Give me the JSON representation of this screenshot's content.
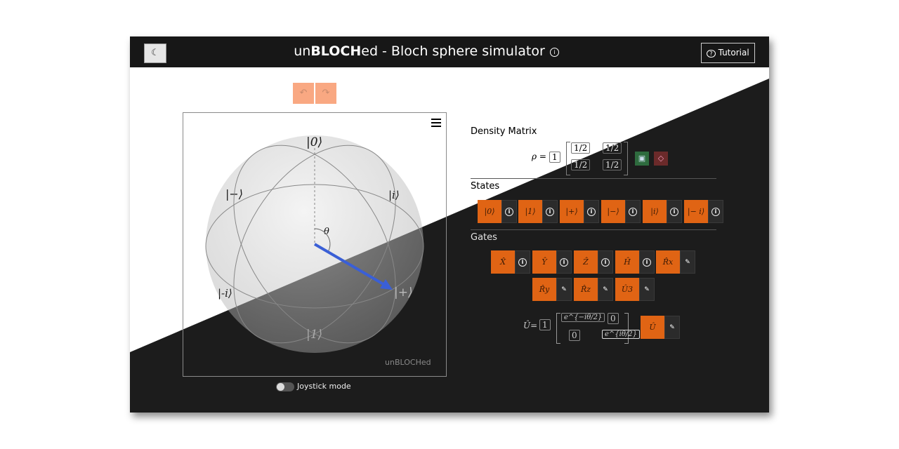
{
  "header": {
    "title_pre": "un",
    "title_bold": "BLOCH",
    "title_post": "ed - Bloch sphere simulator",
    "info": "i",
    "theme_icon": "moon-icon",
    "tutorial_label": "Tutorial",
    "tutorial_icon": "?"
  },
  "history": {
    "undo": "↶",
    "redo": "↷"
  },
  "sphere": {
    "labels": {
      "zero": "|0⟩",
      "one": "|1⟩",
      "plus": "|+⟩",
      "minus": "|−⟩",
      "i": "|i⟩",
      "minus_i": "|-i⟩",
      "theta": "θ"
    },
    "watermark": "unBLOCHed",
    "arrow_color": "#3a5fd6"
  },
  "joystick": {
    "label": "Joystick mode",
    "enabled": false
  },
  "density": {
    "title": "Density Matrix",
    "lhs": "ρ =",
    "scalar": "1",
    "cells": [
      "1/2",
      "1/2",
      "1/2",
      "1/2"
    ],
    "save_color": "#2e6b3e",
    "erase_color": "#6b2a2a"
  },
  "states": {
    "title": "States",
    "items": [
      "|0⟩",
      "|1⟩",
      "|+⟩",
      "|−⟩",
      "|i⟩",
      "|− i⟩"
    ]
  },
  "gates": {
    "title": "Gates",
    "row1": [
      {
        "label": "X̂",
        "action": "info"
      },
      {
        "label": "Ŷ",
        "action": "info"
      },
      {
        "label": "Ẑ",
        "action": "info"
      },
      {
        "label": "Ĥ",
        "action": "info"
      },
      {
        "label": "R̂x",
        "action": "edit"
      }
    ],
    "row2": [
      {
        "label": "R̂y",
        "action": "edit"
      },
      {
        "label": "R̂z",
        "action": "edit"
      },
      {
        "label": "Û3",
        "action": "edit"
      }
    ],
    "custom": {
      "lhs": "Û=",
      "scalar": "1",
      "cells": [
        "e^{−iθ/2}",
        "0",
        "0",
        "e^{iθ/2}"
      ],
      "button": "Û"
    }
  },
  "colors": {
    "accent": "#e06414",
    "header": "#171717",
    "dark": "#1c1c1c"
  }
}
